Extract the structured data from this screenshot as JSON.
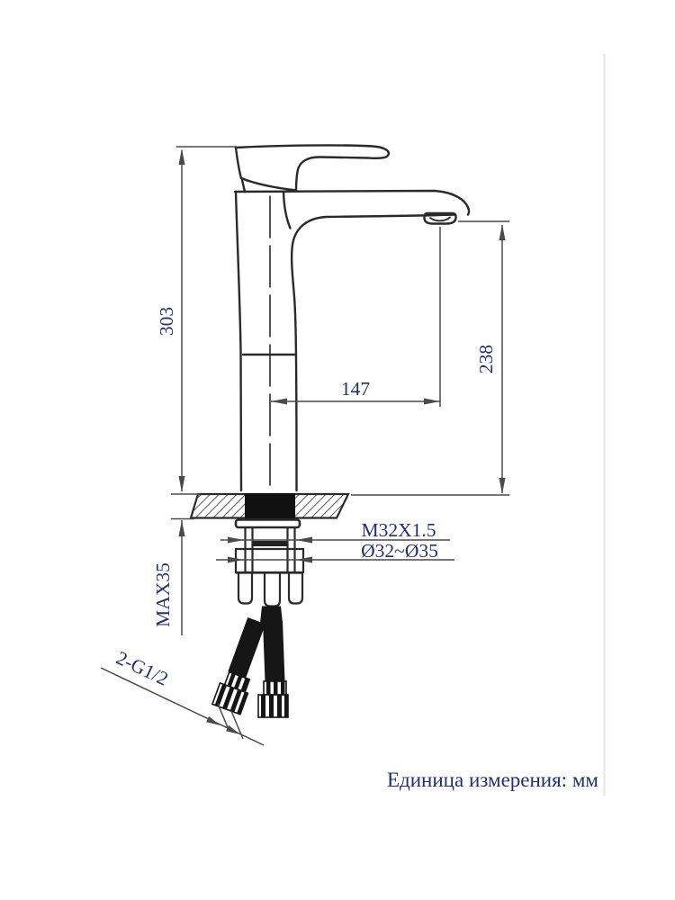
{
  "drawing": {
    "title_hint": "faucet technical drawing",
    "labels": {
      "total_height": "303",
      "outlet_height": "238",
      "spout_reach": "147",
      "max_mount_thickness": "MAX35",
      "thread_spec": "M32X1.5",
      "hole_diameter": "Ø32~Ø35",
      "hose_thread": "2-G1/2"
    },
    "footnote": "Единица измерения: мм",
    "colors": {
      "outline": "#2a2a2a",
      "dimension_line": "#4a4a4a",
      "label_text": "#253069",
      "hatch": "#333333",
      "mount_hole_fill": "#111111",
      "hose_fill": "#161616",
      "right_border": "#e4e4e4",
      "background": "#ffffff"
    }
  }
}
